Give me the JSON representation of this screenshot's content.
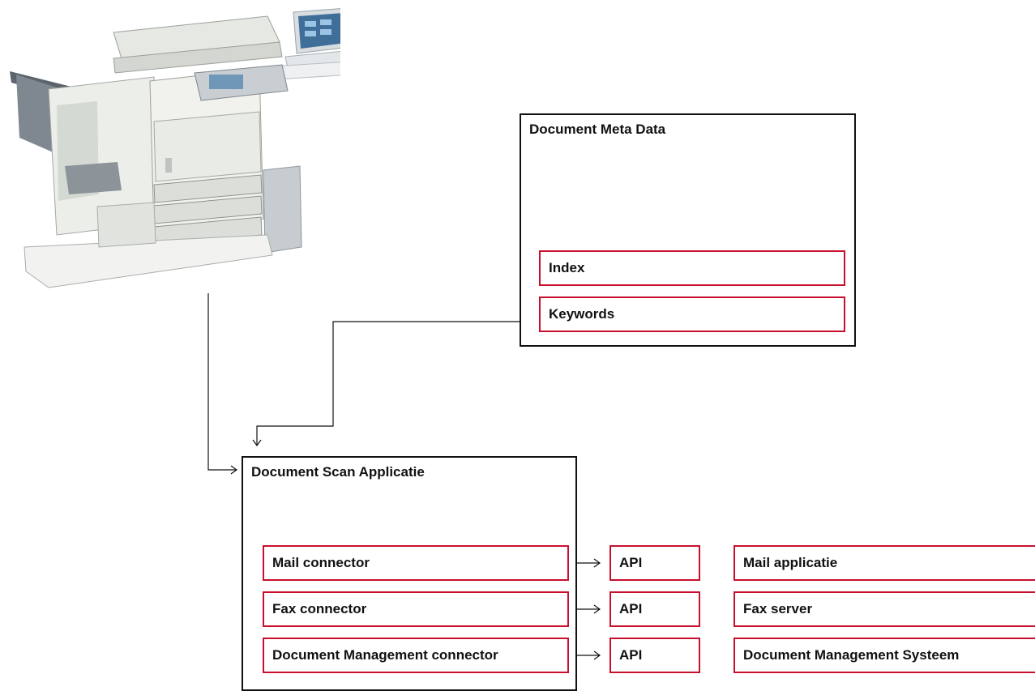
{
  "meta_box": {
    "title": "Document Meta Data",
    "items": [
      "Index",
      "Keywords"
    ]
  },
  "scan_box": {
    "title": "Document Scan Applicatie",
    "connectors": [
      "Mail connector",
      "Fax connector",
      "Document Management connector"
    ]
  },
  "api_label": "API",
  "targets": [
    "Mail applicatie",
    "Fax server",
    "Document Management Systeem"
  ],
  "colors": {
    "red_border": "#c8102e",
    "black_border": "#111111"
  },
  "icons": [
    "multifunction-printer-icon",
    "arrow-right-icon",
    "arrow-down-icon"
  ]
}
